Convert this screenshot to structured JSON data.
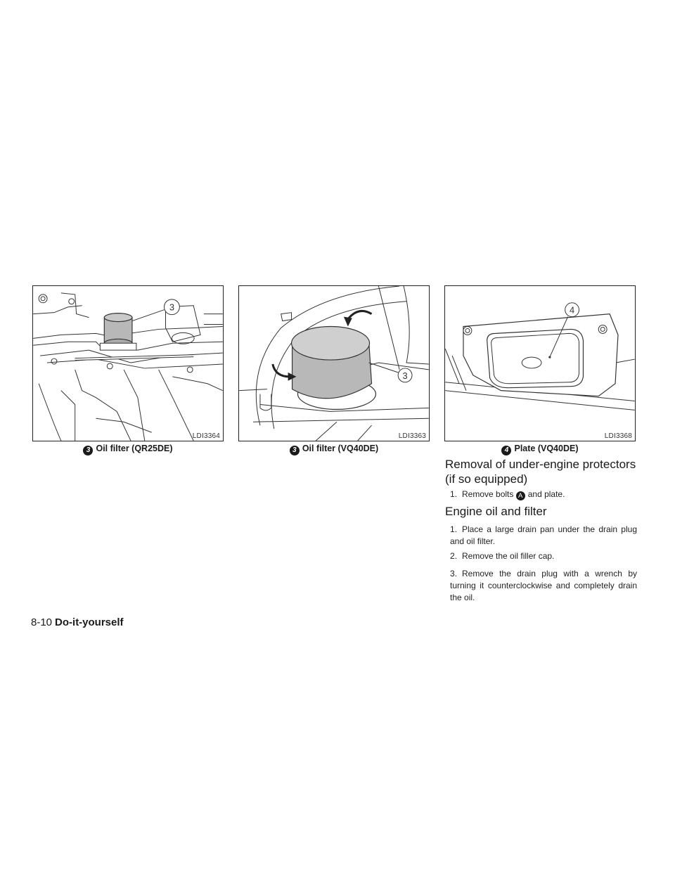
{
  "figures": [
    {
      "code": "LDI3364",
      "callout": "3",
      "caption_num": "3",
      "caption_text": "Oil filter (QR25DE)"
    },
    {
      "code": "LDI3363",
      "callout": "3",
      "caption_num": "3",
      "caption_text": "Oil filter (VQ40DE)"
    },
    {
      "code": "LDI3368",
      "callout": "4",
      "caption_num": "4",
      "caption_text": "Plate (VQ40DE)"
    }
  ],
  "sections": [
    {
      "heading": "Removal of under-engine protectors (if so equipped)",
      "steps": [
        {
          "num": "1.",
          "text_before": "Remove bolts",
          "marker": "A",
          "text_after": "and plate."
        }
      ]
    },
    {
      "heading": "Engine oil and filter",
      "steps": [
        {
          "num": "1.",
          "text": "Place a large drain pan under the drain plug and oil filter."
        },
        {
          "num": "2.",
          "text": "Remove the oil filler cap."
        },
        {
          "num": "3.",
          "text": "Remove the drain plug with a wrench by turning it counterclockwise and completely drain the oil."
        }
      ]
    }
  ],
  "footer": {
    "page": "8-10",
    "section": "Do-it-yourself"
  }
}
